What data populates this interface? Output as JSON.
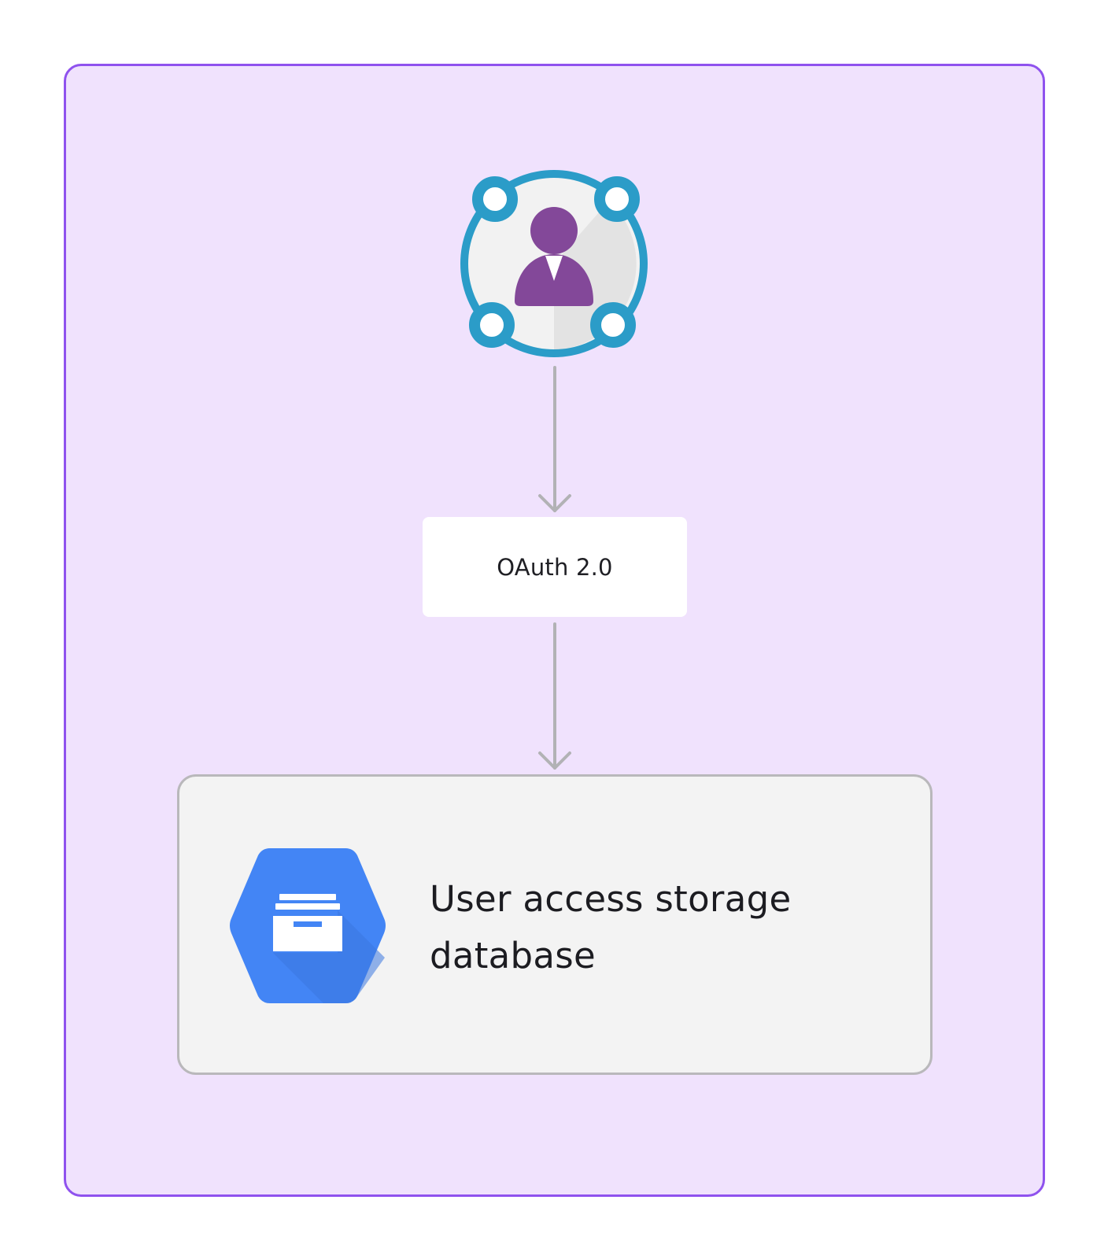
{
  "diagram": {
    "nodes": {
      "user": {
        "icon": "user-network-icon"
      },
      "oauth": {
        "label": "OAuth 2.0"
      },
      "database": {
        "label": "User access storage database",
        "icon": "filestore-archive-icon"
      }
    },
    "edges": [
      {
        "from": "user",
        "to": "oauth",
        "style": "arrow"
      },
      {
        "from": "oauth",
        "to": "database",
        "style": "arrow"
      }
    ],
    "colors": {
      "group_border": "#8f52ee",
      "group_fill": "#f0e2fd",
      "connector": "#b2b2b5",
      "node_fill": "#ffffff",
      "db_fill": "#f3f3f3",
      "db_border": "#b9b8bb",
      "user_ring": "#2b9cc8",
      "user_person": "#834899",
      "db_icon_blue": "#4385f5"
    }
  }
}
